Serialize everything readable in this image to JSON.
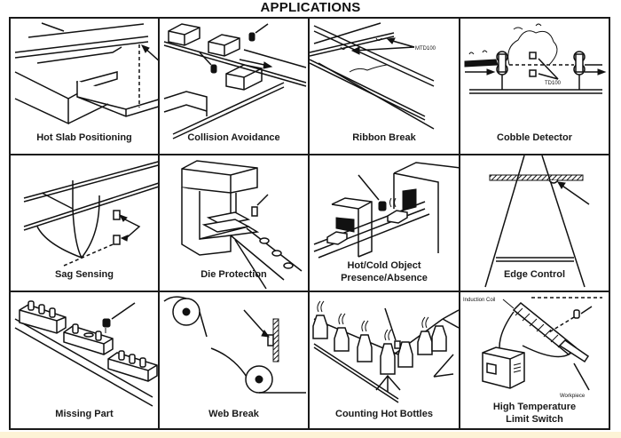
{
  "title": "APPLICATIONS",
  "panels": [
    {
      "caption": "Hot Slab Positioning",
      "icon": "hot-slab-illustration"
    },
    {
      "caption": "Collision Avoidance",
      "icon": "collision-avoidance-illustration"
    },
    {
      "caption": "Ribbon Break",
      "icon": "ribbon-break-illustration",
      "labels": [
        "MTD100"
      ]
    },
    {
      "caption": "Cobble Detector",
      "icon": "cobble-detector-illustration",
      "labels": [
        "TD100"
      ]
    },
    {
      "caption": "Sag Sensing",
      "icon": "sag-sensing-illustration"
    },
    {
      "caption": "Die Protection",
      "icon": "die-protection-illustration"
    },
    {
      "caption_lines": [
        "Hot/Cold Object",
        "Presence/Absence"
      ],
      "icon": "hot-cold-object-illustration"
    },
    {
      "caption": "Edge Control",
      "icon": "edge-control-illustration"
    },
    {
      "caption": "Missing Part",
      "icon": "missing-part-illustration"
    },
    {
      "caption": "Web Break",
      "icon": "web-break-illustration"
    },
    {
      "caption": "Counting Hot Bottles",
      "icon": "counting-hot-bottles-illustration"
    },
    {
      "caption_lines": [
        "High Temperature",
        "Limit Switch"
      ],
      "icon": "high-temperature-limit-switch-illustration",
      "labels": [
        "Induction Coil",
        "Workpiece"
      ]
    }
  ],
  "colors": {
    "line": "#1a1a1a",
    "background": "#ffffff",
    "bottom_band": "#fdf3d6"
  }
}
